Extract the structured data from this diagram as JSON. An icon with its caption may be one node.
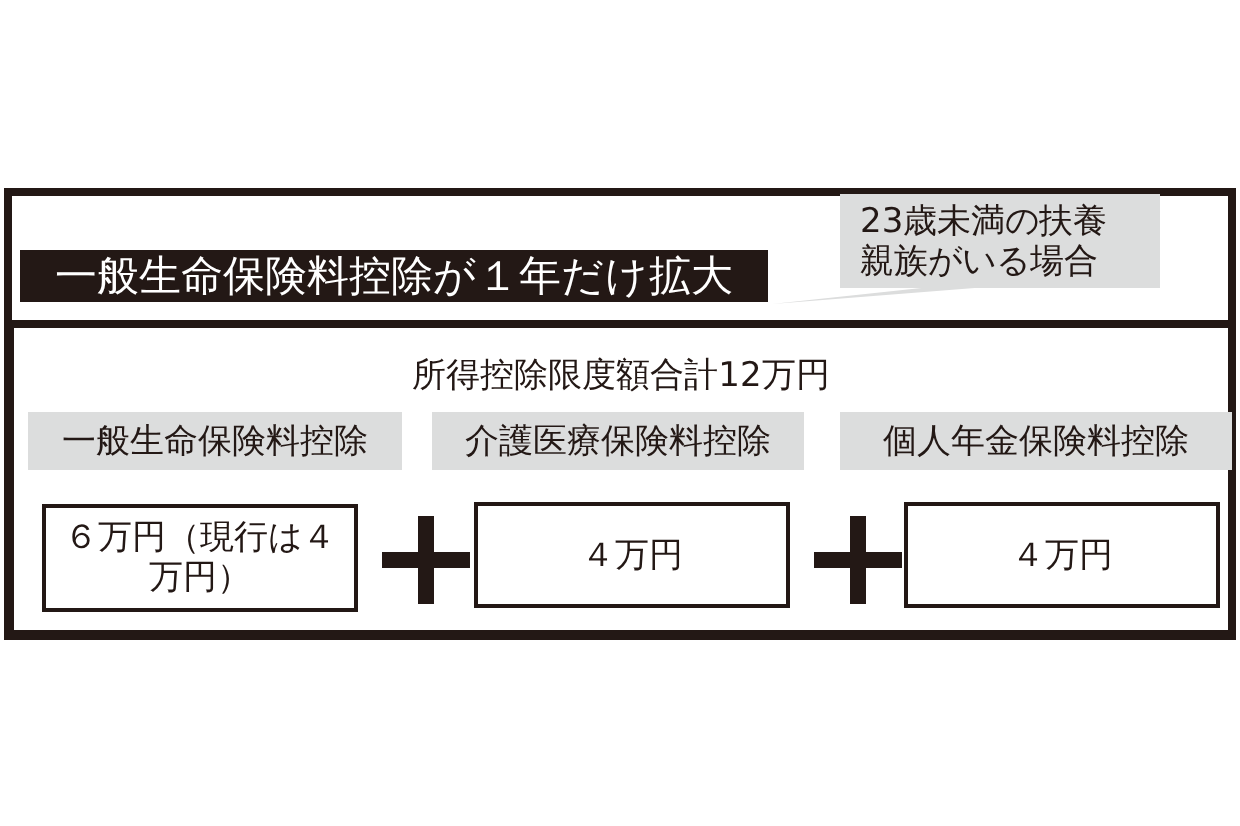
{
  "diagram": {
    "nodes": [
      {
        "text": [
          "一般生命保険料控除が１年だけ拡大"
        ]
      },
      {
        "text": [
          "23歳未満の扶養親族がいる場合"
        ]
      },
      {
        "text": [
          "所得控除限度額合計12万円"
        ]
      },
      {
        "text": [
          "一般生命保険料控除"
        ],
        "in": 2
      },
      {
        "text": [
          "介護医療保険料控除"
        ],
        "in": 2
      },
      {
        "text": [
          "個人年金保険料控除"
        ],
        "in": 2
      },
      {
        "text": [
          "６万円（現行は４万円）"
        ],
        "in": 2
      },
      {
        "text": [
          "４万円"
        ],
        "in": 2
      },
      {
        "text": [
          "４万円"
        ],
        "in": 2
      }
    ],
    "edges": [
      {
        "from": 1,
        "to": 0,
        "arrow": "none"
      }
    ]
  }
}
